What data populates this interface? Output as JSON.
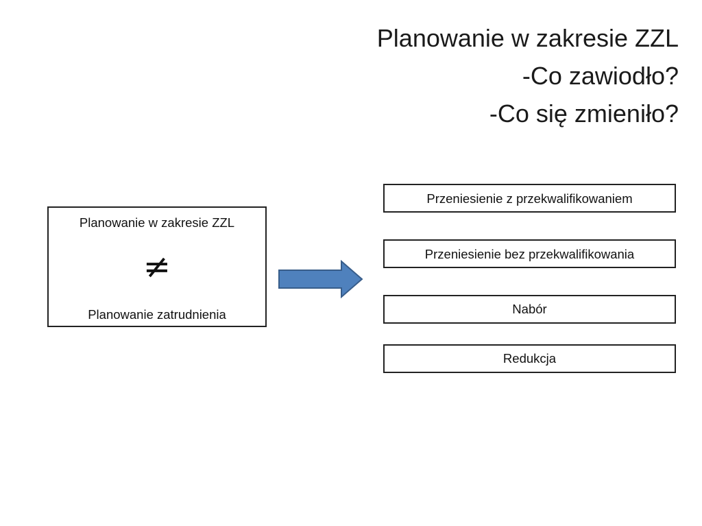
{
  "title": {
    "line1": "Planowanie w zakresie ZZL",
    "line2": "-Co zawiodło?",
    "line3": "-Co się zmieniło?"
  },
  "left_box": {
    "top_text": "Planowanie w zakresie ZZL",
    "symbol": "≠",
    "bottom_text": "Planowanie zatrudnienia"
  },
  "arrow": {
    "fill_color": "#4f81bd",
    "stroke_color": "#385d8a",
    "icon": "right-arrow-icon"
  },
  "options": [
    {
      "label": "Przeniesienie z przekwalifikowaniem"
    },
    {
      "label": "Przeniesienie bez przekwalifikowania"
    },
    {
      "label": "Nabór"
    },
    {
      "label": "Redukcja"
    }
  ]
}
